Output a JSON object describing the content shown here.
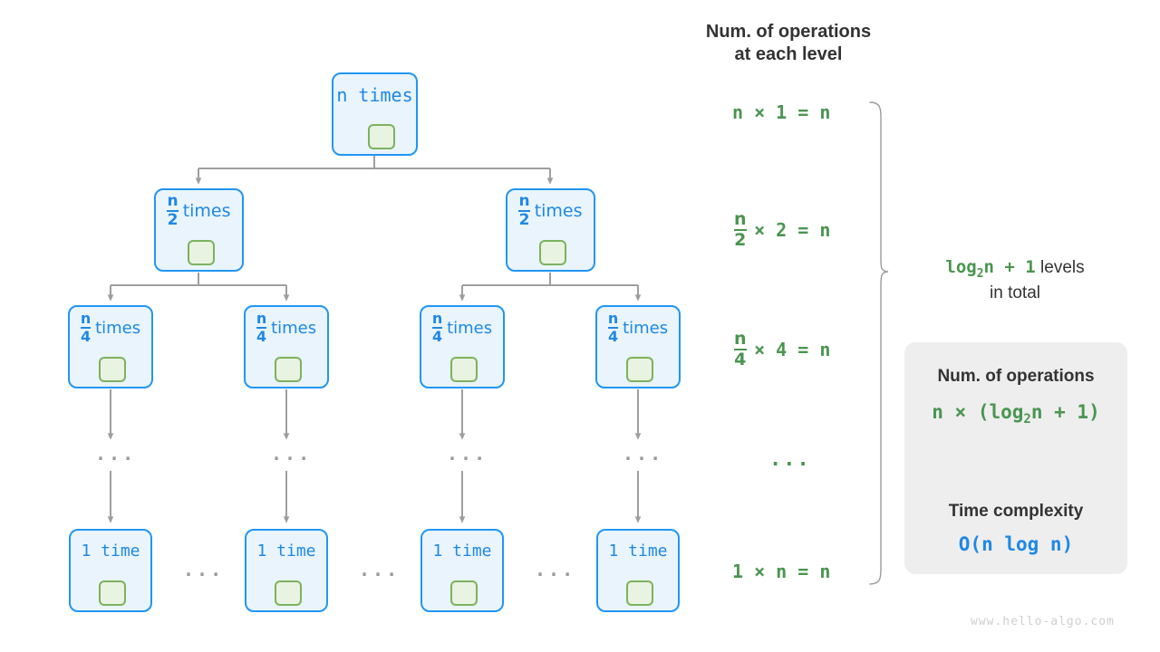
{
  "headers": {
    "ops_title": "Num. of operations\nat each level"
  },
  "tree": {
    "levels": [
      {
        "id": "level-1",
        "nodes": [
          {
            "text_prefix": "n",
            "text_suffix": "times",
            "fraction": null,
            "label": "n times"
          }
        ]
      },
      {
        "id": "level-2",
        "nodes": [
          {
            "fraction": {
              "num": "n",
              "den": "2"
            },
            "text_suffix": "times",
            "label": "n/2 times"
          },
          {
            "fraction": {
              "num": "n",
              "den": "2"
            },
            "text_suffix": "times",
            "label": "n/2 times"
          }
        ]
      },
      {
        "id": "level-3",
        "nodes": [
          {
            "fraction": {
              "num": "n",
              "den": "4"
            },
            "text_suffix": "times",
            "label": "n/4 times"
          },
          {
            "fraction": {
              "num": "n",
              "den": "4"
            },
            "text_suffix": "times",
            "label": "n/4 times"
          },
          {
            "fraction": {
              "num": "n",
              "den": "4"
            },
            "text_suffix": "times",
            "label": "n/4 times"
          },
          {
            "fraction": {
              "num": "n",
              "den": "4"
            },
            "text_suffix": "times",
            "label": "n/4 times"
          }
        ]
      },
      {
        "id": "level-last",
        "nodes": [
          {
            "label": "1 time"
          },
          {
            "label": "1 time"
          },
          {
            "label": "1 time"
          },
          {
            "label": "1 time"
          }
        ]
      }
    ],
    "vertical_ellipsis": [
      "...",
      "...",
      "...",
      "..."
    ],
    "horizontal_ellipsis": [
      "...",
      "...",
      "..."
    ]
  },
  "operations_column": {
    "rows": [
      {
        "id": "row-1",
        "fraction": null,
        "lead": "n",
        "rest": "× 1 = n",
        "full": "n × 1 = n"
      },
      {
        "id": "row-2",
        "fraction": {
          "num": "n",
          "den": "2"
        },
        "rest": "× 2 = n",
        "full": "n/2 × 2 = n"
      },
      {
        "id": "row-3",
        "fraction": {
          "num": "n",
          "den": "4"
        },
        "rest": "× 4 = n",
        "full": "n/4 × 4 = n"
      },
      {
        "id": "row-ellipsis",
        "ellipsis": "..."
      },
      {
        "id": "row-last",
        "fraction": null,
        "lead": "1",
        "rest": "× n = n",
        "full": "1 × n = n"
      }
    ]
  },
  "levels_note": {
    "formula_main": "log",
    "formula_sub": "2",
    "formula_tail": "n + 1",
    "text_after": " levels",
    "text_line2": "in total"
  },
  "panel": {
    "num_ops_title": "Num. of operations",
    "num_ops_formula_pre": "n × (log",
    "num_ops_formula_sub": "2",
    "num_ops_formula_post": "n + 1)",
    "arrow_icon": "down-arrow-icon",
    "complexity_title": "Time complexity",
    "complexity_value": "O(n log n)"
  },
  "watermark": "www.hello-algo.com",
  "colors": {
    "node_border": "#2196f3",
    "node_fill": "#e9f4fd",
    "node_text": "#1e88e5",
    "inner_border": "#7cb25e",
    "inner_fill": "#e9f3e1",
    "green_text": "#4a9550",
    "connector": "#9e9e9e",
    "panel_bg": "#eeeeee",
    "heading_text": "#333333",
    "watermark": "#cfcfcf"
  }
}
